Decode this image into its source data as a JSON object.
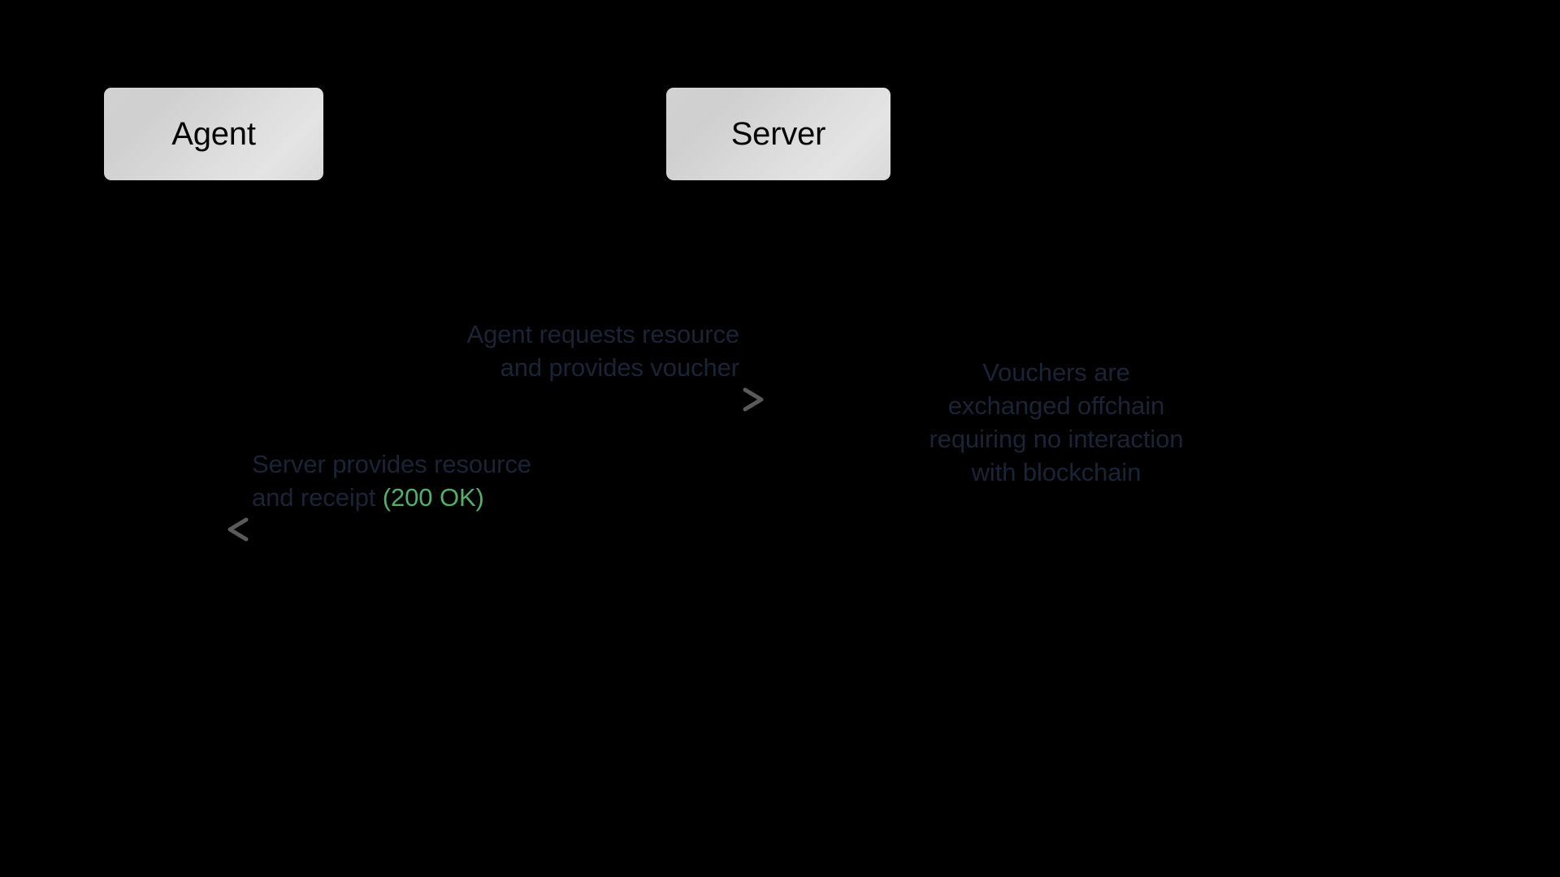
{
  "diagram": {
    "type": "sequence-diagram",
    "background_color": "#000000",
    "text_color": "#1b2437",
    "accent_color": "#52b06b",
    "participants": [
      {
        "id": "agent",
        "label": "Agent"
      },
      {
        "id": "server",
        "label": "Server"
      }
    ],
    "messages": [
      {
        "id": "message-1",
        "direction": "right",
        "from": "agent",
        "to": "server",
        "label_lines": [
          "Agent requests resource",
          "and provides voucher"
        ],
        "align": "right"
      },
      {
        "id": "message-2",
        "direction": "left",
        "from": "server",
        "to": "agent",
        "label_lines": [
          "Server provides resource",
          "and receipt "
        ],
        "status_text": "(200 OK)",
        "align": "left"
      }
    ],
    "note": {
      "lines": [
        "Vouchers are",
        "exchanged offchain",
        "requiring no interaction",
        "with blockchain"
      ]
    }
  }
}
